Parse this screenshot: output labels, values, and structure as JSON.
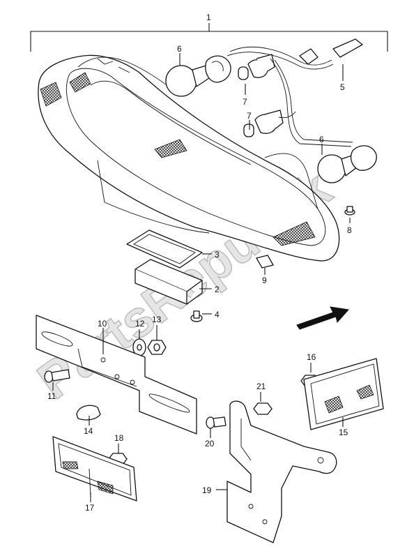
{
  "diagram": {
    "watermark": "PartsRepublik",
    "direction_arrow": "front-arrow",
    "callouts": [
      {
        "id": "c1",
        "text": "1"
      },
      {
        "id": "c2",
        "text": "2"
      },
      {
        "id": "c3",
        "text": "3"
      },
      {
        "id": "c4",
        "text": "4"
      },
      {
        "id": "c5",
        "text": "5"
      },
      {
        "id": "c6a",
        "text": "6"
      },
      {
        "id": "c6b",
        "text": "6"
      },
      {
        "id": "c7a",
        "text": "7"
      },
      {
        "id": "c7b",
        "text": "7"
      },
      {
        "id": "c8",
        "text": "8"
      },
      {
        "id": "c9",
        "text": "9"
      },
      {
        "id": "c10",
        "text": "10"
      },
      {
        "id": "c11",
        "text": "11"
      },
      {
        "id": "c12",
        "text": "12"
      },
      {
        "id": "c13",
        "text": "13"
      },
      {
        "id": "c14",
        "text": "14"
      },
      {
        "id": "c15",
        "text": "15"
      },
      {
        "id": "c16",
        "text": "16"
      },
      {
        "id": "c17",
        "text": "17"
      },
      {
        "id": "c18",
        "text": "18"
      },
      {
        "id": "c19",
        "text": "19"
      },
      {
        "id": "c20",
        "text": "20"
      },
      {
        "id": "c21",
        "text": "21"
      }
    ]
  }
}
